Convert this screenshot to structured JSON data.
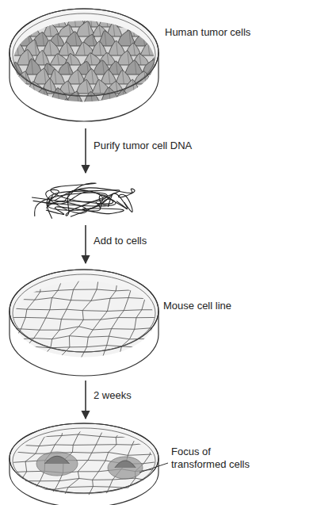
{
  "diagram": {
    "labels": [
      "Human tumor cells",
      "Purify tumor cell DNA",
      "Add to cells",
      "Mouse cell line",
      "2 weeks",
      "Focus of transformed cells"
    ]
  }
}
